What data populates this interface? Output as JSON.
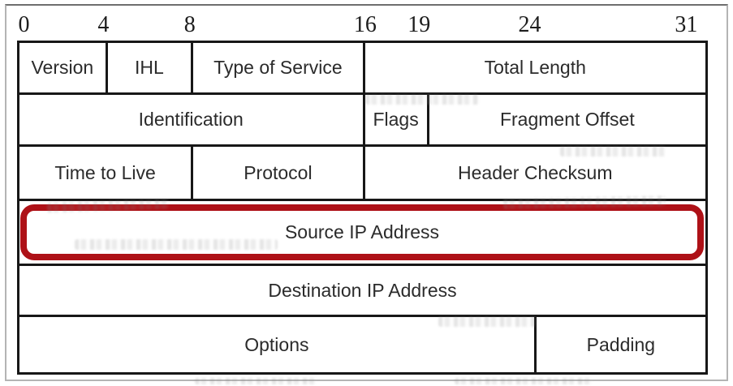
{
  "diagram": {
    "kind": "ip-header-field-layout",
    "bit_scale": {
      "labels": [
        {
          "text": "0",
          "bit": 0
        },
        {
          "text": "4",
          "bit": 4
        },
        {
          "text": "8",
          "bit": 8
        },
        {
          "text": "16",
          "bit": 16
        },
        {
          "text": "19",
          "bit": 19
        },
        {
          "text": "24",
          "bit": 24
        },
        {
          "text": "31",
          "bit": 31
        }
      ]
    },
    "rows": [
      {
        "fields": [
          {
            "label": "Version",
            "bits": 4
          },
          {
            "label": "IHL",
            "bits": 4
          },
          {
            "label": "Type of Service",
            "bits": 8
          },
          {
            "label": "Total Length",
            "bits": 16
          }
        ]
      },
      {
        "fields": [
          {
            "label": "Identification",
            "bits": 16
          },
          {
            "label": "Flags",
            "bits": 3
          },
          {
            "label": "Fragment Offset",
            "bits": 13
          }
        ]
      },
      {
        "fields": [
          {
            "label": "Time to Live",
            "bits": 8
          },
          {
            "label": "Protocol",
            "bits": 8
          },
          {
            "label": "Header Checksum",
            "bits": 16
          }
        ]
      },
      {
        "fields": [
          {
            "label": "Source IP Address",
            "bits": 32,
            "highlighted": true
          }
        ]
      },
      {
        "fields": [
          {
            "label": "Destination IP Address",
            "bits": 32
          }
        ]
      },
      {
        "fields": [
          {
            "label": "Options",
            "bits": 24
          },
          {
            "label": "Padding",
            "bits": 8
          }
        ]
      }
    ],
    "highlight": {
      "field": "Source IP Address",
      "shape": "rounded-rectangle-outline",
      "color": "#ae1117"
    },
    "colors": {
      "table_border": "#171717",
      "background": "#ffffff",
      "frame_border": "#b4b4b4",
      "text": "#2b2b2b",
      "highlight_border": "#ae1117"
    }
  }
}
